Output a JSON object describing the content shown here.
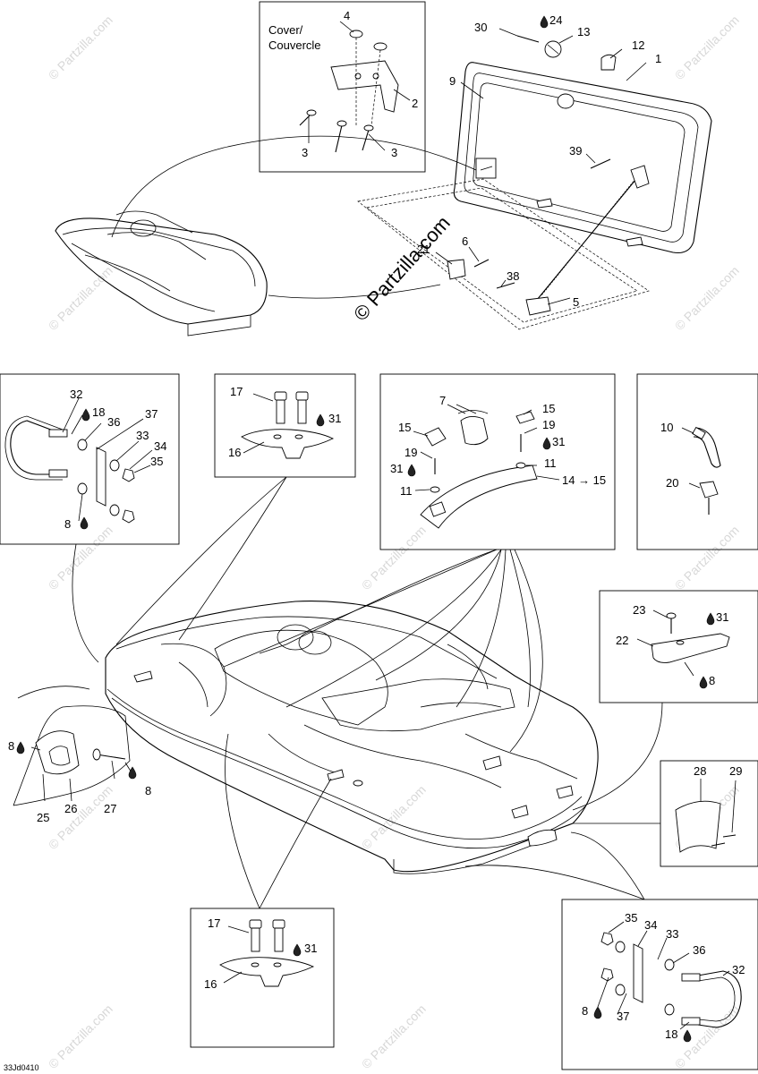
{
  "diagram_code": "33Jd0410",
  "watermark": "© Partzilla.com",
  "cover_label": "Cover/",
  "cover_label_fr": "Couvercle",
  "ref_14_15": "14 → 15",
  "callouts": {
    "n1": "1",
    "n2": "2",
    "n3a": "3",
    "n3b": "3",
    "n4": "4",
    "n5": "5",
    "n6": "6",
    "n7": "7",
    "n8_hull_left": "8",
    "n8_hull_rivet": "8",
    "n8_box_left": "8",
    "n8_box_right": "8",
    "n8_box_22": "8",
    "n9": "9",
    "n10": "10",
    "n11a": "11",
    "n11b": "11",
    "n12": "12",
    "n13": "13",
    "n15a": "15",
    "n15b": "15",
    "n16a": "16",
    "n16b": "16",
    "n17a": "17",
    "n17b": "17",
    "n18a": "18",
    "n18b": "18",
    "n19a": "19",
    "n19b": "19",
    "n20": "20",
    "n21": "21",
    "n22": "22",
    "n23": "23",
    "n24": "24",
    "n25": "25",
    "n26": "26",
    "n27": "27",
    "n28": "28",
    "n29": "29",
    "n30": "30",
    "n31a": "31",
    "n31b": "31",
    "n31c": "31",
    "n31d": "31",
    "n31e": "31",
    "n32a": "32",
    "n32b": "32",
    "n33a": "33",
    "n33b": "33",
    "n34a": "34",
    "n34b": "34",
    "n35a": "35",
    "n35b": "35",
    "n36a": "36",
    "n36b": "36",
    "n37a": "37",
    "n37b": "37",
    "n38": "38",
    "n39": "39"
  }
}
